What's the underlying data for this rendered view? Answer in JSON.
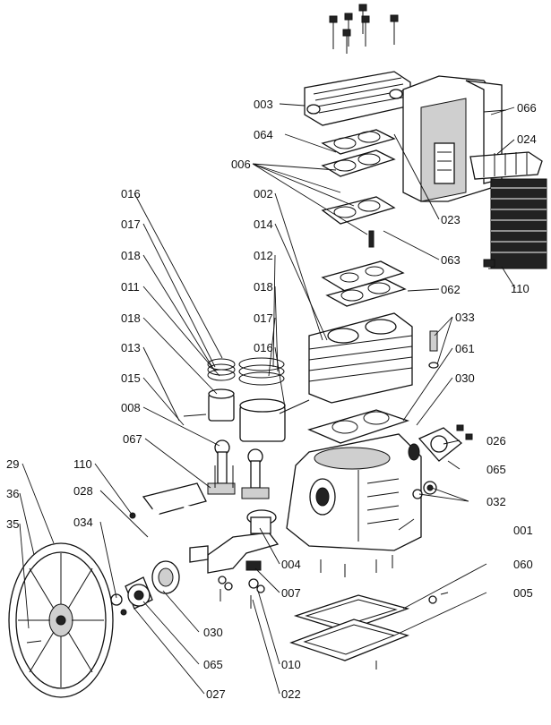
{
  "labels": {
    "p003": "003",
    "p066": "066",
    "p064": "064",
    "p024": "024",
    "p006": "006",
    "p016a": "016",
    "p002": "002",
    "p023": "023",
    "p017a": "017",
    "p014": "014",
    "p063": "063",
    "p018a": "018",
    "p012": "012",
    "p110a": "110",
    "p011": "011",
    "p018b": "018",
    "p062": "062",
    "p018c": "018",
    "p017b": "017",
    "p033": "033",
    "p013": "013",
    "p016b": "016",
    "p061": "061",
    "p015": "015",
    "p030a": "030",
    "p008": "008",
    "p026": "026",
    "p067": "067",
    "p065a": "065",
    "p110b": "110",
    "p029": "29",
    "p028": "028",
    "p032": "032",
    "p036": "36",
    "p001": "001",
    "p034": "034",
    "p035": "35",
    "p004": "004",
    "p060": "060",
    "p007": "007",
    "p005": "005",
    "p030b": "030",
    "p065b": "065",
    "p010": "010",
    "p027": "027",
    "p022": "022"
  }
}
